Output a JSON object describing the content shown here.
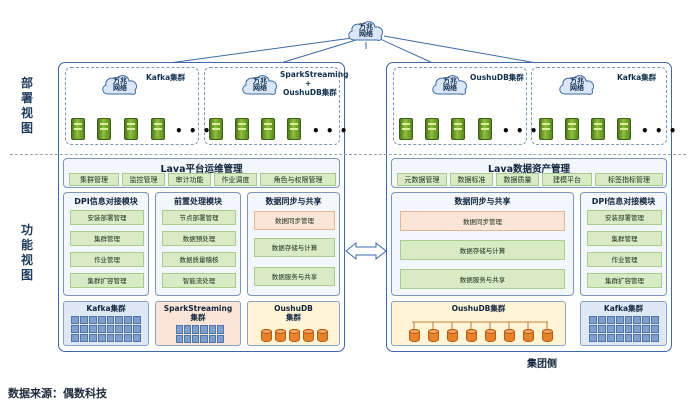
{
  "side_labels": {
    "deploy": "部署视图",
    "function": "功能视图"
  },
  "top_cloud": "万兆网络",
  "left_deploy": {
    "cluster_a": {
      "cloud": "万兆网络",
      "name": "Kafka集群"
    },
    "cluster_b": {
      "cloud": "万兆网络",
      "name_line1": "SparkStreaming",
      "name_line2": "+",
      "name_line3": "OushuDB集群"
    }
  },
  "right_deploy": {
    "cluster_a": {
      "cloud": "万兆网络",
      "name": "OushuDB集群"
    },
    "cluster_b": {
      "cloud": "万兆网络",
      "name": "Kafka集群"
    }
  },
  "ellipsis": "• • •",
  "left_func": {
    "ops": {
      "title": "Lava平台运维管理",
      "tags": [
        "集群管理",
        "监控管理",
        "审计功能",
        "作业调度",
        "角色与权限管理"
      ]
    },
    "dpi": {
      "title": "DPI信息对接模块",
      "items": [
        "安装部署管理",
        "集群管理",
        "作业管理",
        "集群扩容管理"
      ]
    },
    "pre": {
      "title": "前置处理模块",
      "items": [
        "节点部署管理",
        "数据预处理",
        "数据质量稽核",
        "智能流处理"
      ]
    },
    "sync": {
      "title": "数据同步与共享",
      "items": [
        "数据同步管理",
        "数据存储与计算",
        "数据服务与共享"
      ]
    },
    "bottom": {
      "kafka": "Kafka集群",
      "spark_line1": "SparkStreaming",
      "spark_line2": "集群",
      "oushu_line1": "OushuDB",
      "oushu_line2": "集群"
    }
  },
  "right_func": {
    "asset": {
      "title": "Lava数据资产管理",
      "tags": [
        "元数据管理",
        "数据标准",
        "数据质量",
        "建模平台",
        "标签指标管理"
      ]
    },
    "sync": {
      "title": "数据同步与共享",
      "items": [
        "数据同步管理",
        "数据存储与计算",
        "数据服务与共享"
      ]
    },
    "dpi": {
      "title": "DPI信息对接模块",
      "items": [
        "安装部署管理",
        "集群管理",
        "作业管理",
        "集群扩容管理"
      ]
    },
    "bottom": {
      "oushu": "OushuDB集群",
      "kafka": "Kafka集群"
    }
  },
  "group_label": "集团侧",
  "source": "数据来源：偶数科技"
}
